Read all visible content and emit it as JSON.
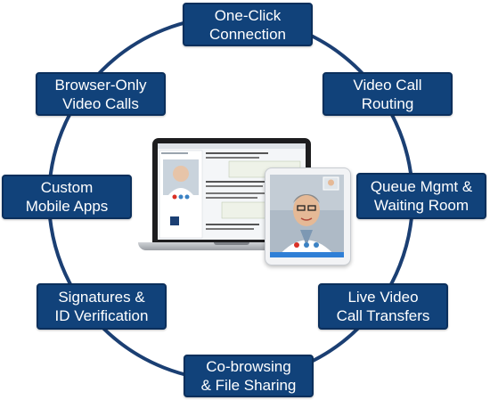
{
  "features": [
    {
      "id": "one-click-connection",
      "lines": [
        "One-Click",
        "Connection"
      ]
    },
    {
      "id": "video-call-routing",
      "lines": [
        "Video Call",
        "Routing"
      ]
    },
    {
      "id": "queue-mgmt-waiting-room",
      "lines": [
        "Queue Mgmt &",
        "Waiting Room"
      ]
    },
    {
      "id": "live-video-call-transfers",
      "lines": [
        "Live Video",
        "Call Transfers"
      ]
    },
    {
      "id": "co-browsing-file-sharing",
      "lines": [
        "Co-browsing",
        "& File Sharing"
      ]
    },
    {
      "id": "signatures-id-verification",
      "lines": [
        "Signatures &",
        "ID Verification"
      ]
    },
    {
      "id": "custom-mobile-apps",
      "lines": [
        "Custom",
        "Mobile Apps"
      ]
    },
    {
      "id": "browser-only-video-calls",
      "lines": [
        "Browser-Only",
        "Video Calls"
      ]
    }
  ],
  "colors": {
    "box_fill": "#11427a",
    "ring": "#1b3f73",
    "text": "#ffffff"
  }
}
